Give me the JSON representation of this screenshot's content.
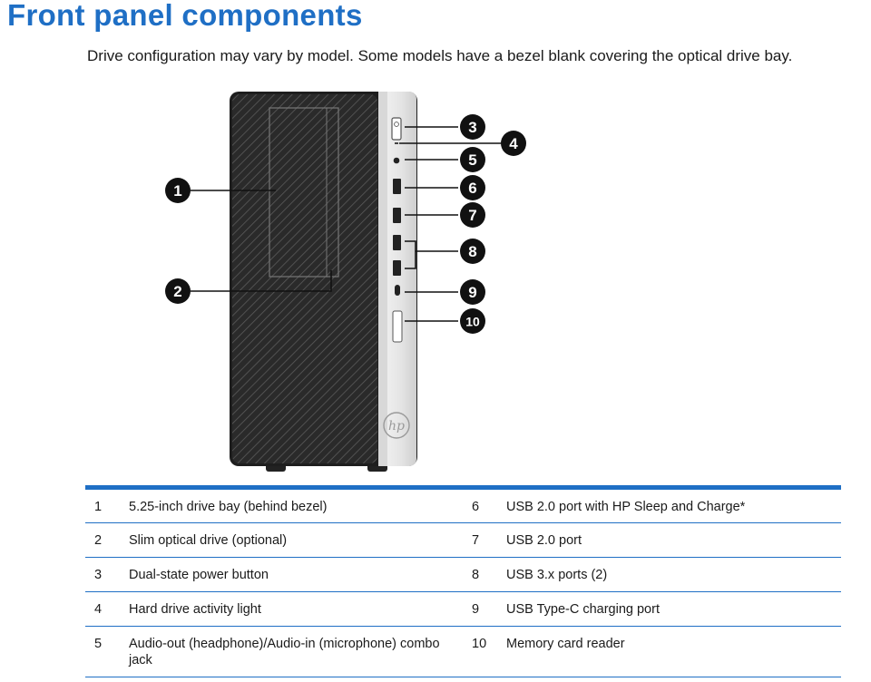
{
  "heading": "Front panel components",
  "intro": "Drive configuration may vary by model. Some models have a bezel blank covering the optical drive bay.",
  "callouts": [
    "1",
    "2",
    "3",
    "4",
    "5",
    "6",
    "7",
    "8",
    "9",
    "10"
  ],
  "colors": {
    "accent": "#1f6fc5",
    "bezel": "#2b2b2b",
    "panel": "#e6e6e6"
  },
  "components": [
    {
      "left": {
        "num": "1",
        "desc": "5.25-inch drive bay (behind bezel)"
      },
      "right": {
        "num": "6",
        "desc": "USB 2.0 port with HP Sleep and Charge*"
      }
    },
    {
      "left": {
        "num": "2",
        "desc": "Slim optical drive (optional)"
      },
      "right": {
        "num": "7",
        "desc": "USB 2.0 port"
      }
    },
    {
      "left": {
        "num": "3",
        "desc": "Dual-state power button"
      },
      "right": {
        "num": "8",
        "desc": "USB 3.x ports (2)"
      }
    },
    {
      "left": {
        "num": "4",
        "desc": "Hard drive activity light"
      },
      "right": {
        "num": "9",
        "desc": "USB Type-C charging port"
      }
    },
    {
      "left": {
        "num": "5",
        "desc": "Audio-out (headphone)/Audio-in (microphone) combo jack"
      },
      "right": {
        "num": "10",
        "desc": "Memory card reader"
      }
    }
  ]
}
